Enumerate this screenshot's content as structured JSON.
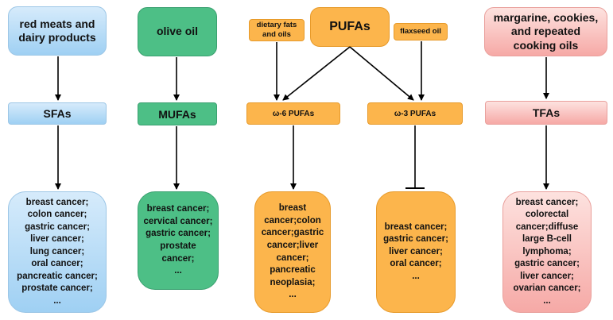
{
  "columns": {
    "sfa": {
      "source": "red meats and dairy products",
      "fat": "SFAs",
      "cancers": "breast cancer;\ncolon cancer;\ngastric cancer;\nliver cancer;\nlung cancer;\noral cancer;\npancreatic cancer;\nprostate cancer;\n..."
    },
    "mufa": {
      "source": "olive oil",
      "fat": "MUFAs",
      "cancers": "breast cancer;\ncervical cancer;\ngastric cancer;\nprostate\ncancer;\n..."
    },
    "pufa": {
      "title": "PUFAs",
      "source_omega6": "dietary fats and oils",
      "source_omega3": "flaxseed oil",
      "omega6": "ω-6 PUFAs",
      "omega3": "ω-3 PUFAs",
      "omega6_cancers": "breast\ncancer;colon\ncancer;gastric\ncancer;liver\ncancer;\npancreatic\nneoplasia;\n...",
      "omega3_cancers": "breast cancer;\ngastric cancer;\nliver cancer;\noral cancer;\n..."
    },
    "tfa": {
      "source": "margarine, cookies, and repeated cooking oils",
      "fat": "TFAs",
      "cancers": "breast cancer;\ncolorectal\ncancer;diffuse\nlarge B-cell\nlymphoma;\ngastric cancer;\nliver cancer;\novarian cancer;\n..."
    }
  }
}
